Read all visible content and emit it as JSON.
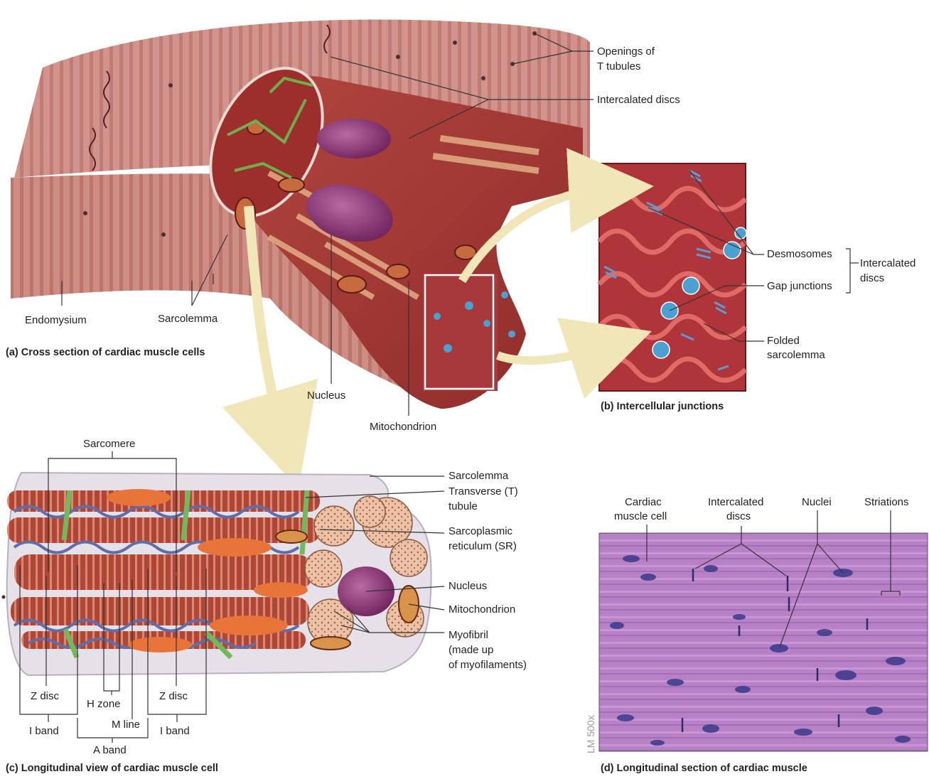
{
  "panel_a": {
    "caption": "(a) Cross section of cardiac muscle cells",
    "labels": {
      "openings_t_tubules_1": "Openings of",
      "openings_t_tubules_2": "T tubules",
      "intercalated_discs": "Intercalated discs",
      "endomysium": "Endomysium",
      "sarcolemma": "Sarcolemma",
      "nucleus": "Nucleus",
      "mitochondrion": "Mitochondrion"
    }
  },
  "panel_b": {
    "caption": "(b) Intercellular junctions",
    "labels": {
      "desmosomes": "Desmosomes",
      "gap_junctions": "Gap junctions",
      "intercalated_discs_1": "Intercalated",
      "intercalated_discs_2": "discs",
      "folded_sarcolemma_1": "Folded",
      "folded_sarcolemma_2": "sarcolemma"
    }
  },
  "panel_c": {
    "caption": "(c) Longitudinal view of cardiac muscle cell",
    "labels": {
      "sarcomere": "Sarcomere",
      "sarcolemma": "Sarcolemma",
      "t_tubule_1": "Transverse (T)",
      "t_tubule_2": "tubule",
      "sr_1": "Sarcoplasmic",
      "sr_2": "reticulum (SR)",
      "nucleus": "Nucleus",
      "mitochondrion": "Mitochondrion",
      "myofibril_1": "Myofibril",
      "myofibril_2": "(made up",
      "myofibril_3": "of myofilaments)",
      "z_disc_left": "Z disc",
      "z_disc_right": "Z disc",
      "h_zone": "H zone",
      "m_line": "M line",
      "i_band_left": "I band",
      "i_band_right": "I band",
      "a_band": "A band"
    }
  },
  "panel_d": {
    "caption": "(d) Longitudinal section of cardiac muscle",
    "scale": "LM 500x",
    "labels": {
      "cardiac_cell_1": "Cardiac",
      "cardiac_cell_2": "muscle cell",
      "intercalated_discs_1": "Intercalated",
      "intercalated_discs_2": "discs",
      "nuclei": "Nuclei",
      "striations": "Striations"
    }
  },
  "colors": {
    "muscle": "#b4524a",
    "muscle_light": "#d99a8c",
    "nucleus": "#8a2a6a",
    "gap_junction": "#4aa0d0",
    "histology": "#b07ac0",
    "histology_nucleus": "#3a3a8a",
    "arrow": "#f1e6b8"
  }
}
